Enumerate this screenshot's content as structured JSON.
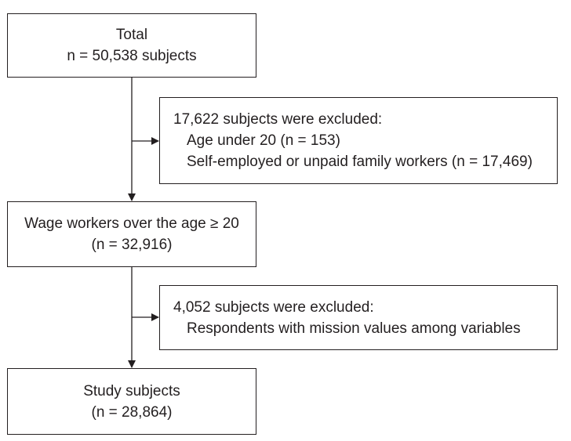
{
  "boxes": {
    "total": {
      "line1": "Total",
      "line2": "n = 50,538 subjects"
    },
    "excluded_1": {
      "header": "17,622 subjects were excluded:",
      "items": [
        "Age under 20 (n = 153)",
        "Self-employed or unpaid family workers (n = 17,469)"
      ]
    },
    "wage_workers": {
      "line1": "Wage workers over the age ≥ 20",
      "line2": "(n = 32,916)"
    },
    "excluded_2": {
      "header": "4,052 subjects were excluded:",
      "items": [
        "Respondents with mission values among variables"
      ]
    },
    "study_subjects": {
      "line1": "Study subjects",
      "line2": "(n = 28,864)"
    }
  }
}
